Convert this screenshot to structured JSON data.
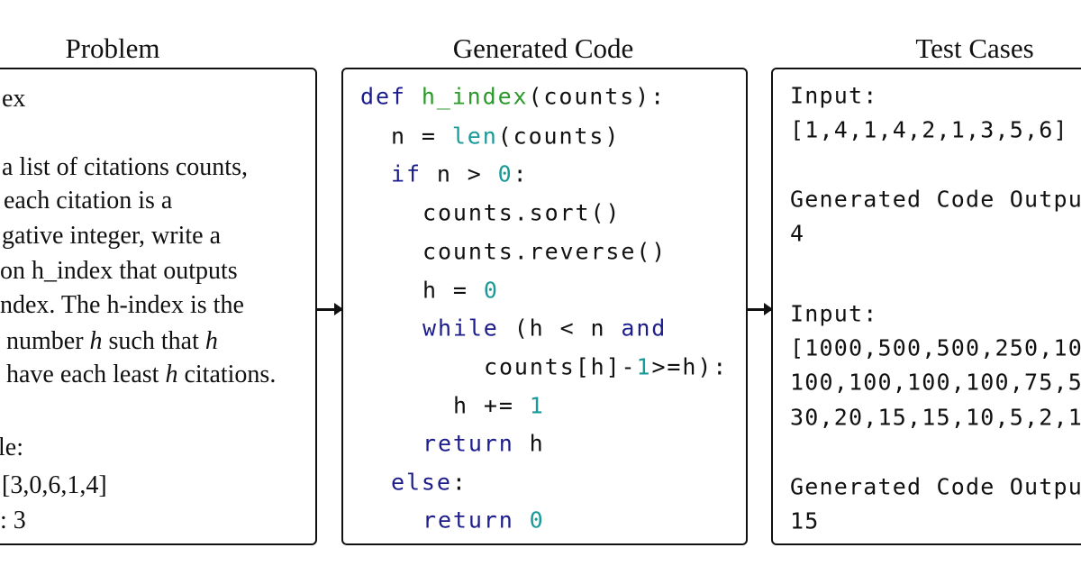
{
  "titles": {
    "problem": "Problem",
    "code": "Generated Code",
    "tests": "Test Cases"
  },
  "problem": {
    "lines": [
      "ex",
      "a list of citations counts,",
      "each citation is a",
      "gative integer, write a",
      "on h_index that outputs",
      "ndex. The h-index is the",
      " number ",
      "le:",
      "[3,0,6,1,4]",
      ": 3"
    ],
    "italic_h": "h",
    "line6_mid": " such that ",
    "line7_pre": " have each least ",
    "line7_post": " citations."
  },
  "code": {
    "colors": {
      "keyword": "#1c1c8c",
      "function": "#2a9a2a",
      "number": "#1a9999"
    },
    "tokens": {
      "def": "def",
      "fname": "h_index",
      "params": "(counts):",
      "n_eq": "n = ",
      "len": "len",
      "len_args": "(counts)",
      "if": "if",
      "cond": " n > ",
      "zero": "0",
      "colon": ":",
      "sort": "counts.sort()",
      "reverse": "counts.reverse()",
      "h_eq": "h = ",
      "while": "while",
      "while_cond": " (h < n ",
      "and": "and",
      "idx": "counts[h]-",
      "one": "1",
      "idx_end": ">=h):",
      "inc": "h += ",
      "return": "return",
      "ret_h": " h",
      "else": "else",
      "space": " "
    }
  },
  "tests": {
    "cases": [
      {
        "input_label": "Input:",
        "input_lines": [
          "[1,4,1,4,2,1,3,5,6]"
        ],
        "output_label": "Generated Code Outpu",
        "output": "4"
      },
      {
        "input_label": "Input:",
        "input_lines": [
          "[1000,500,500,250,10",
          "100,100,100,100,75,5",
          "30,20,15,15,10,5,2,1"
        ],
        "output_label": "Generated Code Outpu",
        "output": "15"
      }
    ]
  }
}
